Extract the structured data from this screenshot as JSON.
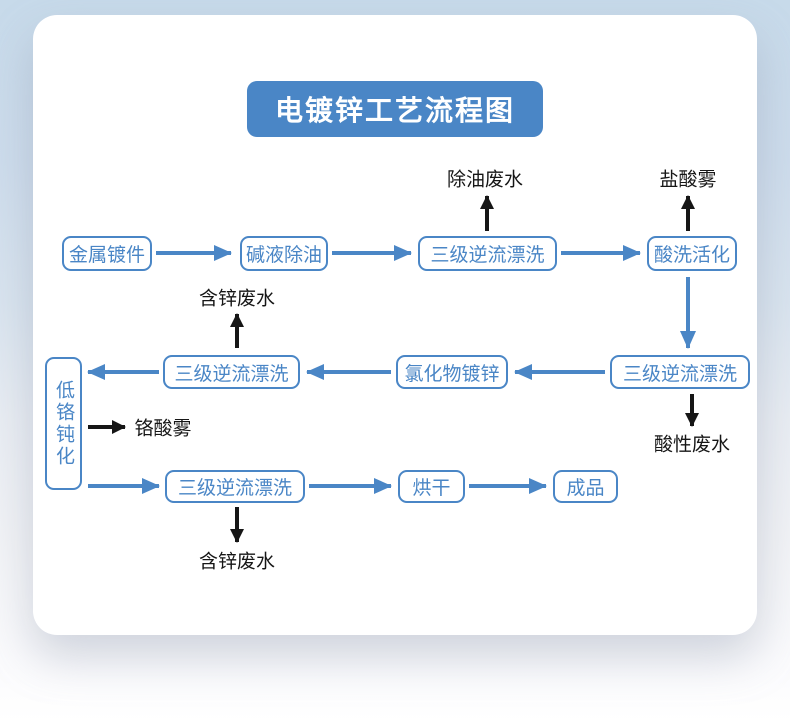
{
  "title": "电镀锌工艺流程图",
  "colors": {
    "accent_blue": "#4a86c6",
    "emission_black": "#161616",
    "card_background": "#ffffff",
    "page_background_top": "#c7daea"
  },
  "nodes": {
    "metal_part": {
      "label": "金属镀件"
    },
    "alkali_degrease": {
      "label": "碱液除油"
    },
    "rinse1": {
      "label": "三级逆流漂洗"
    },
    "acid_activation": {
      "label": "酸洗活化"
    },
    "rinse2": {
      "label": "三级逆流漂洗"
    },
    "chloride_zinc": {
      "label": "氯化物镀锌"
    },
    "rinse3": {
      "label": "三级逆流漂洗"
    },
    "low_chrome_passivation": {
      "label": "低铬钝化"
    },
    "rinse4": {
      "label": "三级逆流漂洗"
    },
    "drying": {
      "label": "烘干"
    },
    "finished_product": {
      "label": "成品"
    }
  },
  "emissions": {
    "degrease_wastewater": "除油废水",
    "hydrochloric_acid_mist": "盐酸雾",
    "zinc_wastewater_mid": "含锌废水",
    "acidic_wastewater": "酸性废水",
    "chromic_acid_mist": "铬酸雾",
    "zinc_wastewater_bottom": "含锌废水"
  }
}
